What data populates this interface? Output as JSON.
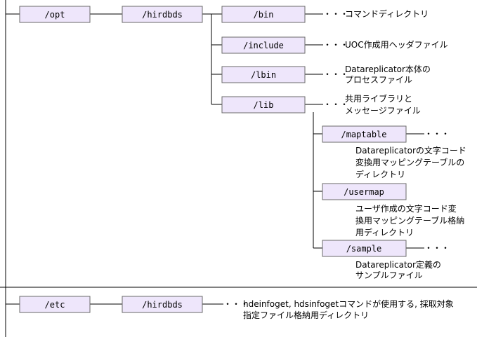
{
  "boxes": {
    "opt": "/opt",
    "hirdbds_top": "/hirdbds",
    "bin": "/bin",
    "include": "/include",
    "lbin": "/lbin",
    "lib": "/lib",
    "maptable": "/maptable",
    "usermap": "/usermap",
    "sample": "/sample",
    "etc": "/etc",
    "hirdbds_bottom": "/hirdbds"
  },
  "dots": "・・・",
  "descriptions": {
    "bin": [
      "コマンドディレクトリ"
    ],
    "include": [
      "UOC作成用ヘッダファイル"
    ],
    "lbin": [
      "Datareplicator本体の",
      "プロセスファイル"
    ],
    "lib": [
      "共用ライブラリと",
      "メッセージファイル"
    ],
    "maptable": [
      "Datareplicatorの文字コード",
      "変換用マッピングテーブルの",
      "ディレクトリ"
    ],
    "usermap": [
      "ユーザ作成の文字コード変",
      "換用マッピングテーブル格納",
      "用ディレクトリ"
    ],
    "sample": [
      "Datareplicator定義の",
      "サンプルファイル"
    ],
    "hirdbds_bottom": [
      "hdeinfoget, hdsinfogetコマンドが使用する, 採取対象",
      "指定ファイル格納用ディレクトリ"
    ]
  }
}
